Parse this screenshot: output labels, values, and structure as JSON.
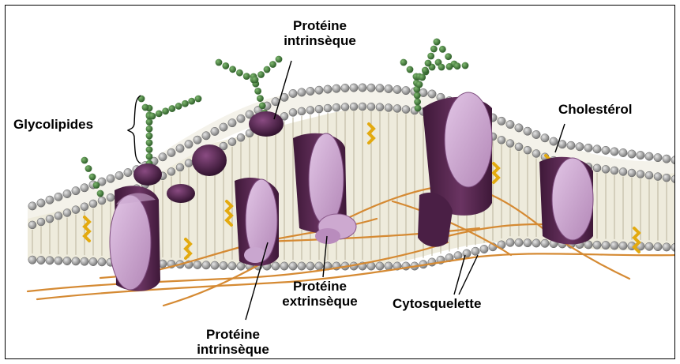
{
  "labels": {
    "top_protein": {
      "line1": "Protéine",
      "line2": "intrinsèque"
    },
    "glycolipides": "Glycolipides",
    "cholesterol": "Cholestérol",
    "extrinsic_protein": {
      "line1": "Protéine",
      "line2": "extrinsèque"
    },
    "cytoskeleton": "Cytosquelette",
    "bottom_protein": {
      "line1": "Protéine",
      "line2": "intrinsèque"
    }
  },
  "colors": {
    "head_group": "#9a9a9a",
    "protein_light": "#c9a6cf",
    "protein_dark": "#4a1f45",
    "glycan": "#3f7a3a",
    "cholesterol": "#e8b21a",
    "cytoskeleton": "#d4882f",
    "tail_band": "#ece8d6"
  }
}
